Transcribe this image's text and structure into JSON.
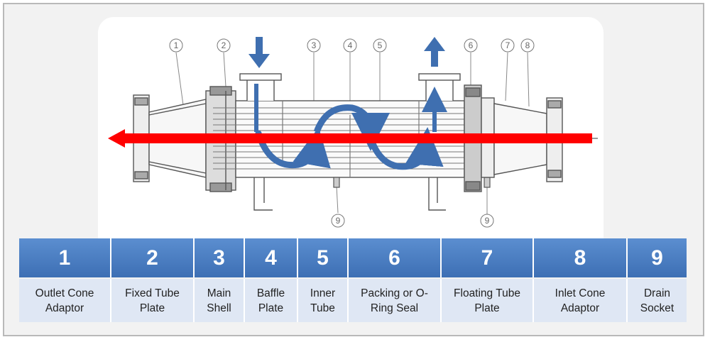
{
  "callouts": [
    "1",
    "2",
    "3",
    "4",
    "5",
    "6",
    "7",
    "8",
    "9"
  ],
  "legend": [
    {
      "number": "1",
      "label": "Outlet Cone Adaptor"
    },
    {
      "number": "2",
      "label": "Fixed Tube Plate"
    },
    {
      "number": "3",
      "label": "Main Shell"
    },
    {
      "number": "4",
      "label": "Baffle Plate"
    },
    {
      "number": "5",
      "label": "Inner Tube"
    },
    {
      "number": "6",
      "label": "Packing or O-Ring Seal"
    },
    {
      "number": "7",
      "label": "Floating Tube Plate"
    },
    {
      "number": "8",
      "label": "Inlet Cone Adaptor"
    },
    {
      "number": "9",
      "label": "Drain Socket"
    }
  ],
  "colors": {
    "legend_number_bg": "#4a7cc1",
    "legend_label_bg": "#dfe7f4",
    "flow_arrow_tube": "#ff0000",
    "flow_arrow_shell": "#3f6fb0",
    "line_drawing": "#555555"
  }
}
